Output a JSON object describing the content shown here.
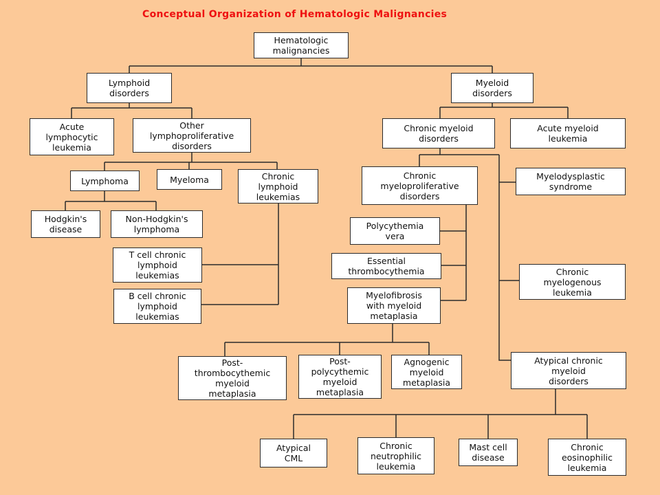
{
  "title": "Conceptual Organization of Hematologic Malignancies",
  "nodes": {
    "root": "Hematologic\nmalignancies",
    "lymphoid": "Lymphoid\ndisorders",
    "myeloid": "Myeloid\ndisorders",
    "all": "Acute\nlymphocytic\nleukemia",
    "other_lympho": "Other\nlymphoproliferative\ndisorders",
    "lymphoma": "Lymphoma",
    "myeloma": "Myeloma",
    "chronic_lymphoid": "Chronic\nlymphoid\nleukemias",
    "hodgkin": "Hodgkin's\ndisease",
    "non_hodgkin": "Non-Hodgkin's\nlymphoma",
    "t_cell": "T cell chronic\nlymphoid\nleukemias",
    "b_cell": "B cell chronic\nlymphoid\nleukemias",
    "chronic_myeloid": "Chronic myeloid\ndisorders",
    "aml": "Acute myeloid\nleukemia",
    "cmpd": "Chronic\nmyeloproliferative\ndisorders",
    "mds": "Myelodysplastic\nsyndrome",
    "pv": "Polycythemia\nvera",
    "et": "Essential\nthrombocythemia",
    "mf": "Myelofibrosis\nwith myeloid\nmetaplasia",
    "cml": "Chronic\nmyelogenous\nleukemia",
    "post_thrombo": "Post-\nthrombocythemic\nmyeloid\nmetaplasia",
    "post_poly": "Post-\npolycythemic\nmyeloid\nmetaplasia",
    "agnogenic": "Agnogenic\nmyeloid\nmetaplasia",
    "atypical_cmd": "Atypical chronic\nmyeloid\ndisorders",
    "atypical_cml": "Atypical\nCML",
    "cnl": "Chronic\nneutrophilic\nleukemia",
    "mast": "Mast cell\ndisease",
    "cel": "Chronic\neosinophilic\nleukemia"
  },
  "edges": [
    [
      "root",
      "lymphoid"
    ],
    [
      "root",
      "myeloid"
    ],
    [
      "lymphoid",
      "all"
    ],
    [
      "lymphoid",
      "other_lympho"
    ],
    [
      "other_lympho",
      "lymphoma"
    ],
    [
      "other_lympho",
      "myeloma"
    ],
    [
      "other_lympho",
      "chronic_lymphoid"
    ],
    [
      "lymphoma",
      "hodgkin"
    ],
    [
      "lymphoma",
      "non_hodgkin"
    ],
    [
      "chronic_lymphoid",
      "t_cell"
    ],
    [
      "chronic_lymphoid",
      "b_cell"
    ],
    [
      "myeloid",
      "chronic_myeloid"
    ],
    [
      "myeloid",
      "aml"
    ],
    [
      "chronic_myeloid",
      "cmpd"
    ],
    [
      "chronic_myeloid",
      "mds"
    ],
    [
      "chronic_myeloid",
      "cml"
    ],
    [
      "chronic_myeloid",
      "atypical_cmd"
    ],
    [
      "cmpd",
      "pv"
    ],
    [
      "cmpd",
      "et"
    ],
    [
      "cmpd",
      "mf"
    ],
    [
      "mf",
      "post_thrombo"
    ],
    [
      "mf",
      "post_poly"
    ],
    [
      "mf",
      "agnogenic"
    ],
    [
      "atypical_cmd",
      "atypical_cml"
    ],
    [
      "atypical_cmd",
      "cnl"
    ],
    [
      "atypical_cmd",
      "mast"
    ],
    [
      "atypical_cmd",
      "cel"
    ]
  ]
}
